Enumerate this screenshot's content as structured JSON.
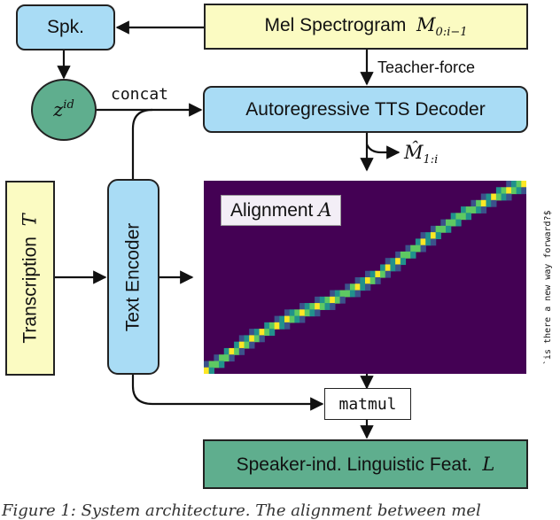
{
  "nodes": {
    "spk": "Spk.",
    "mel": "Mel Spectrogram",
    "mel_math": "M",
    "mel_sub": "0:i−1",
    "zid": "z",
    "zid_sup": "id",
    "decoder": "Autoregressive TTS Decoder",
    "transcription": "Transcription",
    "transcription_math": "T",
    "text_encoder": "Text Encoder",
    "matmul": "matmul",
    "linguistic": "Speaker-ind. Linguistic Feat.",
    "linguistic_math": "L"
  },
  "edges": {
    "concat": "concat",
    "teacher_force": "Teacher-force",
    "output_math": "M̂",
    "output_sub": "1:i"
  },
  "alignment": {
    "label": "Alignment",
    "label_math": "A",
    "side_text": "`is there a new way forward?$",
    "colors": {
      "background": "#440154",
      "peak": "#fde725"
    },
    "steps": 64,
    "tokens": 30
  },
  "caption": "Figure 1:  System architecture. The alignment between mel"
}
